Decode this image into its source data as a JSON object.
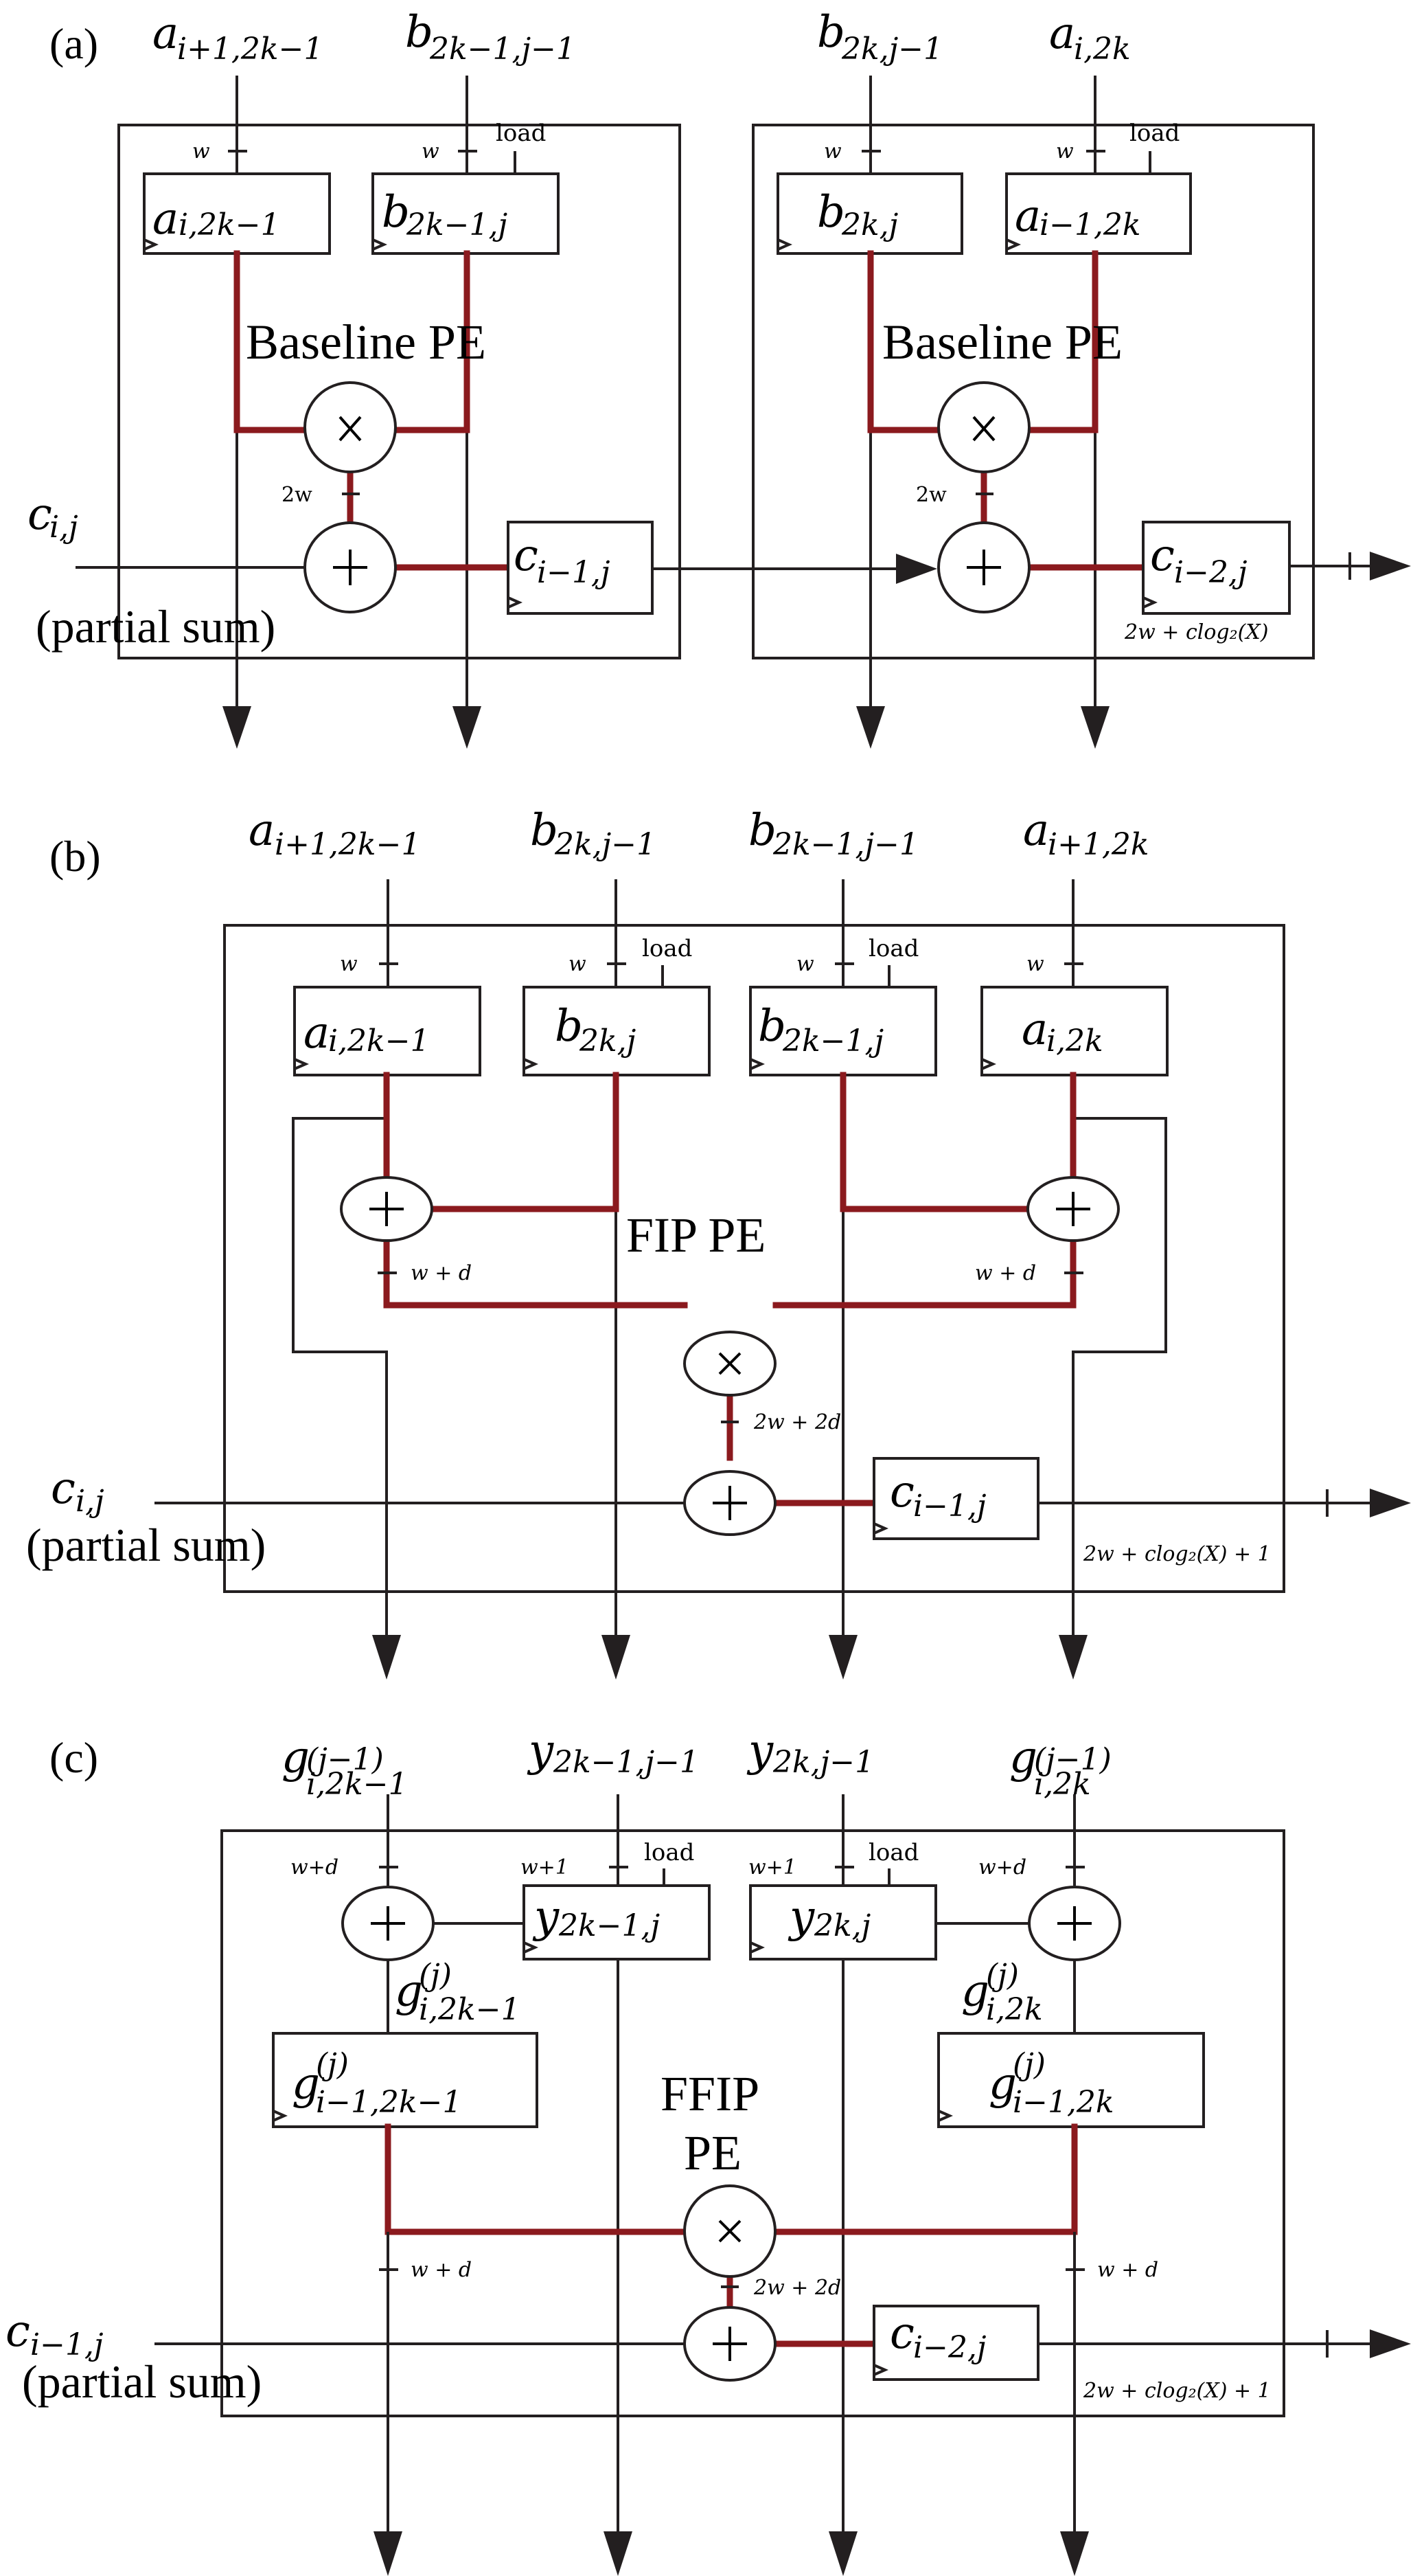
{
  "figure": {
    "colors": {
      "datapath": "#8b1a1e",
      "wire": "#231f20",
      "background": "#ffffff"
    },
    "panels": [
      {
        "id": "a",
        "label": "(a)",
        "pes": [
          {
            "name": "Baseline PE",
            "title": "Baseline PE",
            "inputs": [
              {
                "base": "a",
                "sub": "i+1,2k−1",
                "sup": ""
              },
              {
                "base": "b",
                "sub": "2k−1,j−1",
                "sup": ""
              }
            ],
            "registers": [
              {
                "base": "a",
                "sub": "i,2k−1",
                "sup": "",
                "width": "w",
                "load": false
              },
              {
                "base": "b",
                "sub": "2k−1,j",
                "sup": "",
                "width": "w",
                "load": true
              }
            ],
            "product_width": "2w",
            "accumulator": {
              "base": "c",
              "sub": "i−1,j",
              "sup": ""
            }
          },
          {
            "name": "Baseline PE",
            "title": "Baseline PE",
            "inputs": [
              {
                "base": "b",
                "sub": "2k,j−1",
                "sup": ""
              },
              {
                "base": "a",
                "sub": "i,2k",
                "sup": ""
              }
            ],
            "registers": [
              {
                "base": "b",
                "sub": "2k,j",
                "sup": "",
                "width": "w",
                "load": false
              },
              {
                "base": "a",
                "sub": "i−1,2k",
                "sup": "",
                "width": "w",
                "load": true
              }
            ],
            "product_width": "2w",
            "accumulator": {
              "base": "c",
              "sub": "i−2,j",
              "sup": ""
            }
          }
        ],
        "partial_sum_in": {
          "base": "c",
          "sub": "i,j",
          "note": "(partial sum)"
        },
        "output_width": "2w + clog₂(X)"
      },
      {
        "id": "b",
        "label": "(b)",
        "pe_title": "FIP PE",
        "inputs": [
          {
            "base": "a",
            "sub": "i+1,2k−1",
            "sup": ""
          },
          {
            "base": "b",
            "sub": "2k,j−1",
            "sup": ""
          },
          {
            "base": "b",
            "sub": "2k−1,j−1",
            "sup": ""
          },
          {
            "base": "a",
            "sub": "i+1,2k",
            "sup": ""
          }
        ],
        "registers": [
          {
            "base": "a",
            "sub": "i,2k−1",
            "width": "w",
            "load": false
          },
          {
            "base": "b",
            "sub": "2k,j",
            "width": "w",
            "load": true
          },
          {
            "base": "b",
            "sub": "2k−1,j",
            "width": "w",
            "load": true
          },
          {
            "base": "a",
            "sub": "i,2k",
            "width": "w",
            "load": false
          }
        ],
        "sum_widths": [
          "w + d",
          "w + d"
        ],
        "product_width": "2w + 2d",
        "accumulator": {
          "base": "c",
          "sub": "i−1,j"
        },
        "partial_sum_in": {
          "base": "c",
          "sub": "i,j",
          "note": "(partial sum)"
        },
        "output_width": "2w + clog₂(X) + 1"
      },
      {
        "id": "c",
        "label": "(c)",
        "pe_title_line1": "FFIP",
        "pe_title_line2": "PE",
        "inputs": [
          {
            "base": "g",
            "sub": "i,2k−1",
            "sup": "(j−1)"
          },
          {
            "base": "y",
            "sub": "2k−1,j−1",
            "sup": ""
          },
          {
            "base": "y",
            "sub": "2k,j−1",
            "sup": ""
          },
          {
            "base": "g",
            "sub": "i,2k",
            "sup": "(j−1)"
          }
        ],
        "input_widths": [
          "w+d",
          "w+1",
          "w+1",
          "w+d"
        ],
        "y_registers": [
          {
            "base": "y",
            "sub": "2k−1,j",
            "load": true
          },
          {
            "base": "y",
            "sub": "2k,j",
            "load": true
          }
        ],
        "g_intermediate": [
          {
            "base": "g",
            "sub": "i,2k−1",
            "sup": "(j)"
          },
          {
            "base": "g",
            "sub": "i,2k",
            "sup": "(j)"
          }
        ],
        "g_registers": [
          {
            "base": "g",
            "sub": "i−1,2k−1",
            "sup": "(j)"
          },
          {
            "base": "g",
            "sub": "i−1,2k",
            "sup": "(j)"
          }
        ],
        "sum_widths": [
          "w + d",
          "w + d"
        ],
        "product_width": "2w + 2d",
        "accumulator": {
          "base": "c",
          "sub": "i−2,j"
        },
        "partial_sum_in": {
          "base": "c",
          "sub": "i−1,j",
          "note": "(partial sum)"
        },
        "output_width": "2w + clog₂(X) + 1"
      }
    ],
    "common": {
      "load_label": "load",
      "w_label": "w"
    }
  }
}
